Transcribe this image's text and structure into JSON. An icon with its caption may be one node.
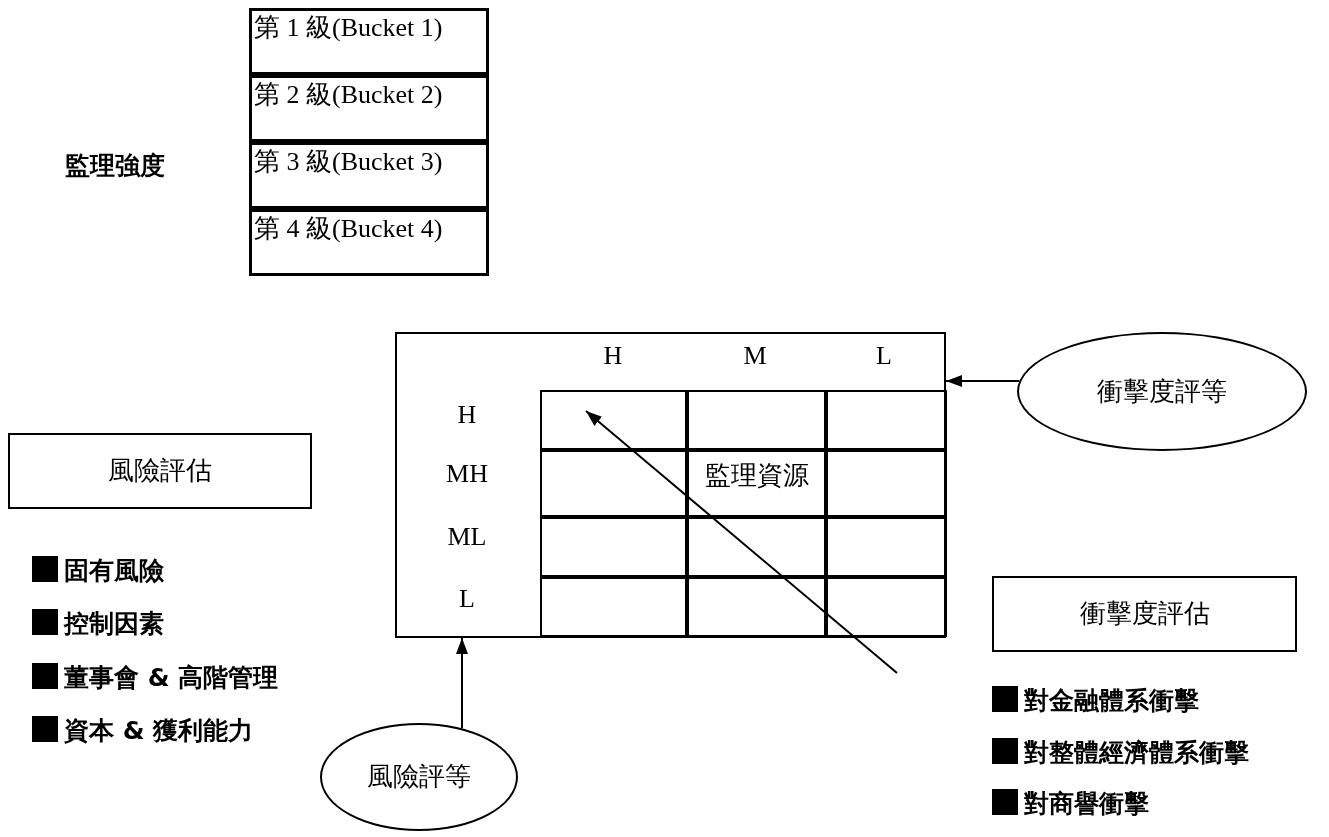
{
  "diagram": {
    "nodes": [
      {
        "text": [
          "第 1 級(Bucket 1)"
        ]
      },
      {
        "text": [
          "第 2 級(Bucket 2)"
        ]
      },
      {
        "text": [
          "第 3 級(Bucket 3)"
        ]
      },
      {
        "text": [
          "第 4 級(Bucket 4)"
        ]
      },
      {
        "text": [
          "H",
          "M",
          "L",
          "H",
          "MH",
          "ML",
          "L"
        ]
      },
      {
        "text": [],
        "shape": "box",
        "in": 4
      },
      {
        "text": [],
        "shape": "box",
        "in": 4
      },
      {
        "text": [],
        "shape": "box",
        "in": 4
      },
      {
        "text": [],
        "shape": "box",
        "in": 4
      },
      {
        "text": [
          "監理資源"
        ],
        "in": 4
      },
      {
        "text": [],
        "shape": "box",
        "in": 4
      },
      {
        "text": [],
        "shape": "box",
        "in": 4
      },
      {
        "text": [],
        "shape": "box",
        "in": 4
      },
      {
        "text": [],
        "shape": "box",
        "in": 4
      },
      {
        "text": [],
        "shape": "box",
        "in": 4
      },
      {
        "text": [],
        "shape": "box",
        "in": 4
      },
      {
        "text": [],
        "shape": "box",
        "in": 4
      },
      {
        "text": [
          "衝擊度評等"
        ]
      },
      {
        "text": [
          "風險評估"
        ]
      },
      {
        "text": [
          "風險評等"
        ]
      },
      {
        "text": [
          "衝擊度評估"
        ]
      }
    ],
    "edges": [
      {
        "from": 17,
        "to": 4,
        "arrow": "to"
      },
      {
        "from": 19,
        "to": 4,
        "arrow": "to"
      },
      {
        "from": null,
        "to": 5,
        "arrow": "to"
      }
    ],
    "labels": [
      "監理強度",
      "固有風險",
      "控制因素",
      "董事會 & 高階管理",
      "資本 & 獲利能力",
      "對金融體系衝擊",
      "對整體經濟體系衝擊",
      "對商譽衝擊"
    ]
  }
}
